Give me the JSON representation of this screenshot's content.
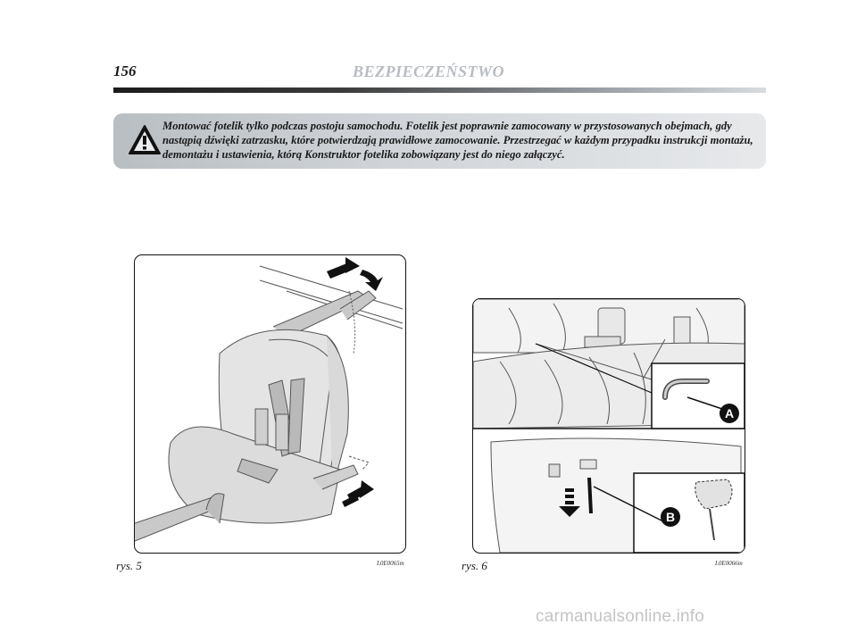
{
  "header": {
    "page_number": "156",
    "section_title": "BEZPIECZEŃSTWO"
  },
  "warning": {
    "icon": "warning-triangle-icon",
    "text": "Montować fotelik tylko podczas postoju samochodu. Fotelik jest poprawnie zamocowany w przystosowanych obejmach, gdy nastąpią dźwięki zatrzasku, które potwierdzają prawidłowe zamocowanie. Przestrzegać w każdym przypadku instrukcji montażu, demontażu i ustawienia, którą Konstruktor fotelika zobowiązany jest do niego załączyć."
  },
  "figures": [
    {
      "caption": "rys. 5",
      "code": "L0E0065m"
    },
    {
      "caption": "rys. 6",
      "code": "L0E0066m",
      "callouts": [
        "A",
        "B"
      ]
    }
  ],
  "watermark": "carmanualsonline.info"
}
